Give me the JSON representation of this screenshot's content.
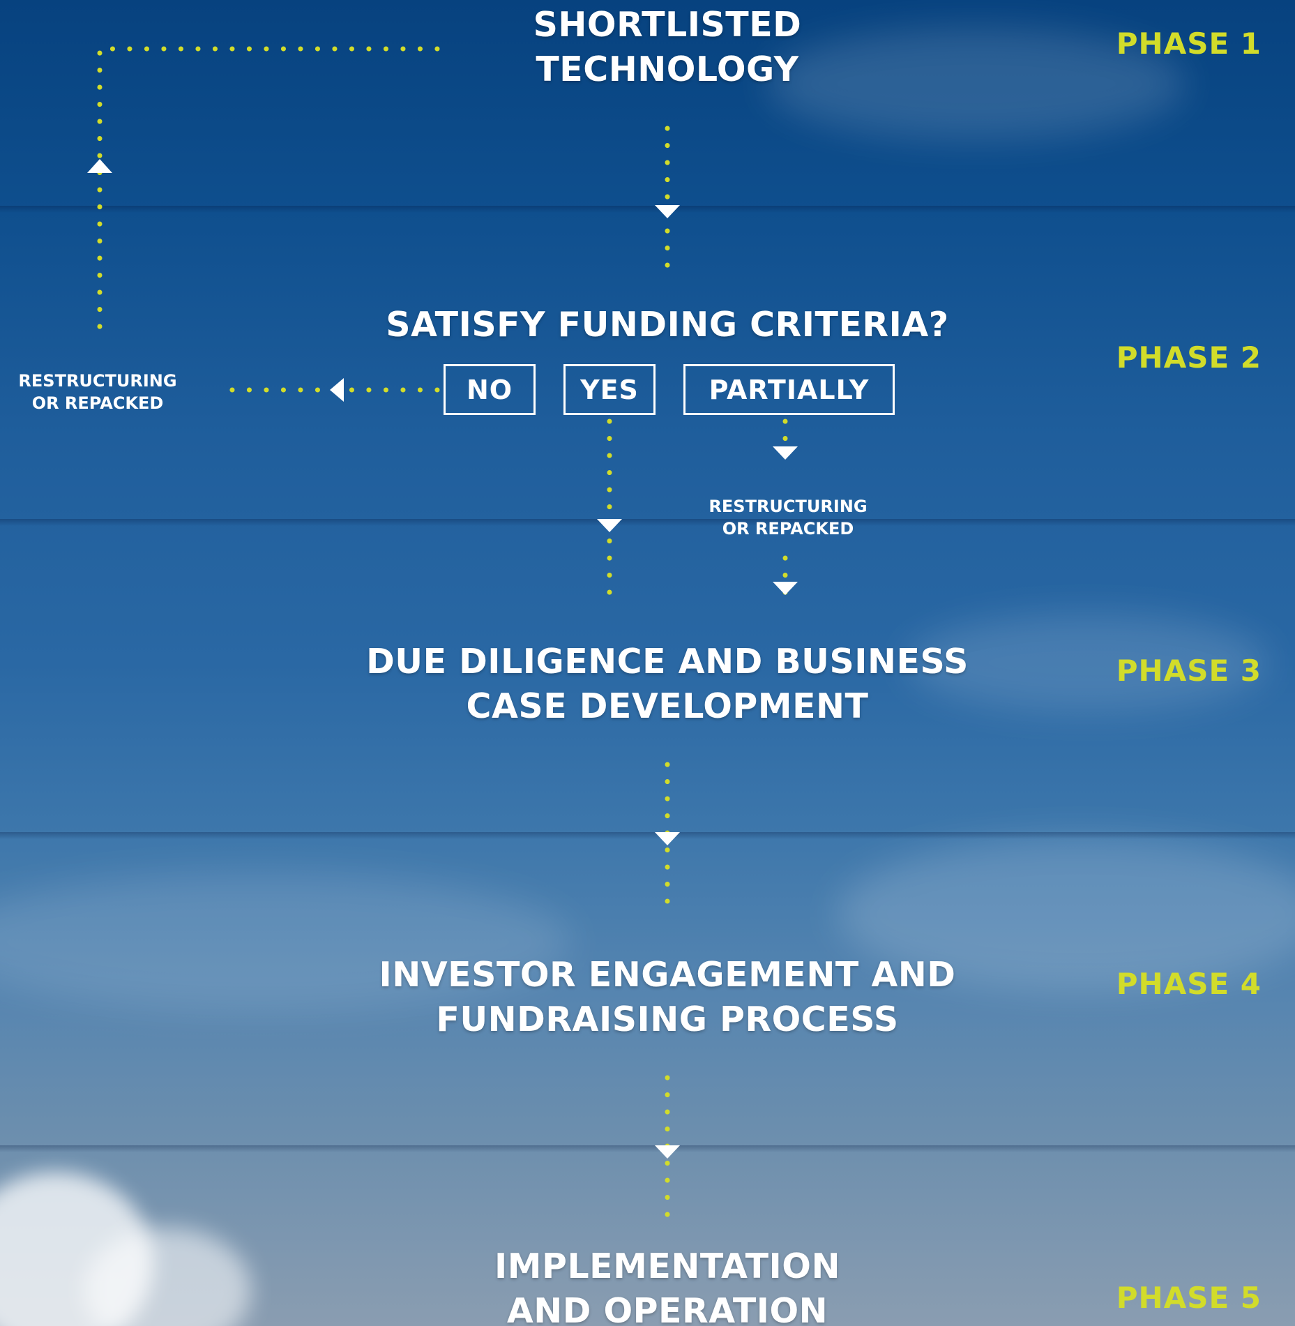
{
  "phases": {
    "p1": "PHASE 1",
    "p2": "PHASE 2",
    "p3": "PHASE 3",
    "p4": "PHASE 4",
    "p5": "PHASE 5"
  },
  "steps": {
    "shortlisted": [
      "SHORTLISTED",
      "TECHNOLOGY"
    ],
    "criteria_question": "SATISFY FUNDING CRITERIA?",
    "due_diligence": [
      "DUE DILIGENCE AND BUSINESS",
      "CASE DEVELOPMENT"
    ],
    "investor": [
      "INVESTOR ENGAGEMENT AND",
      "FUNDRAISING PROCESS"
    ],
    "implementation": [
      "IMPLEMENTATION",
      "AND OPERATION"
    ]
  },
  "options": {
    "no": "NO",
    "yes": "YES",
    "partially": "PARTIALLY"
  },
  "notes": {
    "restructure_left": [
      "RESTRUCTURING",
      "OR REPACKED"
    ],
    "restructure_right": [
      "RESTRUCTURING",
      "OR REPACKED"
    ]
  },
  "colors": {
    "accent": "#d2dc2a",
    "text": "#ffffff",
    "sky_top": "#07427f",
    "sky_bottom": "#8a9db1"
  }
}
